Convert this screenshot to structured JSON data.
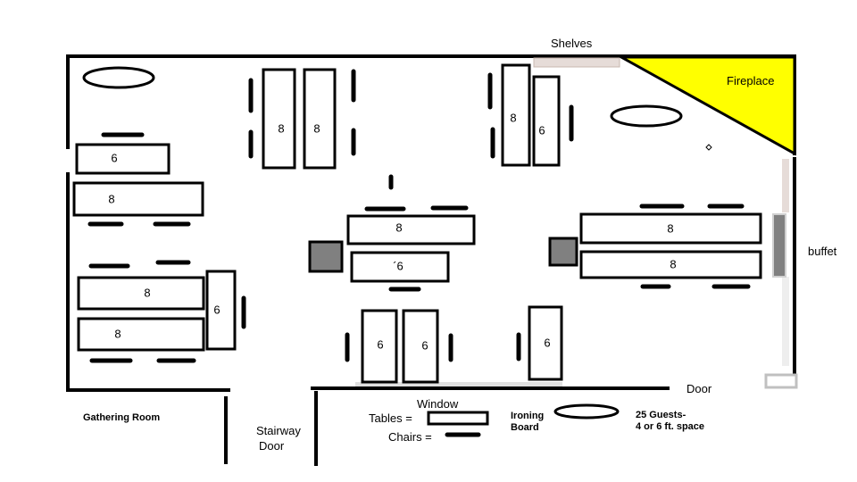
{
  "labels": {
    "shelves": "Shelves",
    "fireplace": "Fireplace",
    "buffet": "buffet",
    "door": "Door",
    "window": "Window",
    "gathering_room": "Gathering Room",
    "stairway_door_line1": "Stairway",
    "stairway_door_line2": "Door",
    "ironing_board_line1": "Ironing",
    "ironing_board_line2": "Board"
  },
  "legend": {
    "tables": "Tables =",
    "chairs": "Chairs =",
    "guests_line1": "25 Guests-",
    "guests_line2": "4 or 6 ft. space"
  },
  "tables": [
    {
      "id": "t-left-top-6",
      "seats": "6"
    },
    {
      "id": "t-left-top-8",
      "seats": "8"
    },
    {
      "id": "t-left-bottom-8a",
      "seats": "8"
    },
    {
      "id": "t-left-bottom-8b",
      "seats": "8"
    },
    {
      "id": "t-left-bottom-6v",
      "seats": "6"
    },
    {
      "id": "t-top-8a",
      "seats": "8"
    },
    {
      "id": "t-top-8b",
      "seats": "8"
    },
    {
      "id": "t-topright-8",
      "seats": "8"
    },
    {
      "id": "t-topright-6",
      "seats": "6"
    },
    {
      "id": "t-center-8",
      "seats": "8"
    },
    {
      "id": "t-center-6",
      "seats": "´6"
    },
    {
      "id": "t-right-8a",
      "seats": "8"
    },
    {
      "id": "t-right-8b",
      "seats": "8"
    },
    {
      "id": "t-bottom-6a",
      "seats": "6"
    },
    {
      "id": "t-bottom-6b",
      "seats": "6"
    },
    {
      "id": "t-bottom-6c",
      "seats": "6"
    }
  ],
  "colors": {
    "wall": "#000000",
    "fireplace_fill": "#ffff00",
    "shelf_fill": "#e6dcd8",
    "buffet_fill": "#808080",
    "pillar_fill": "#808080",
    "window_fill": "#e0e0e0"
  }
}
